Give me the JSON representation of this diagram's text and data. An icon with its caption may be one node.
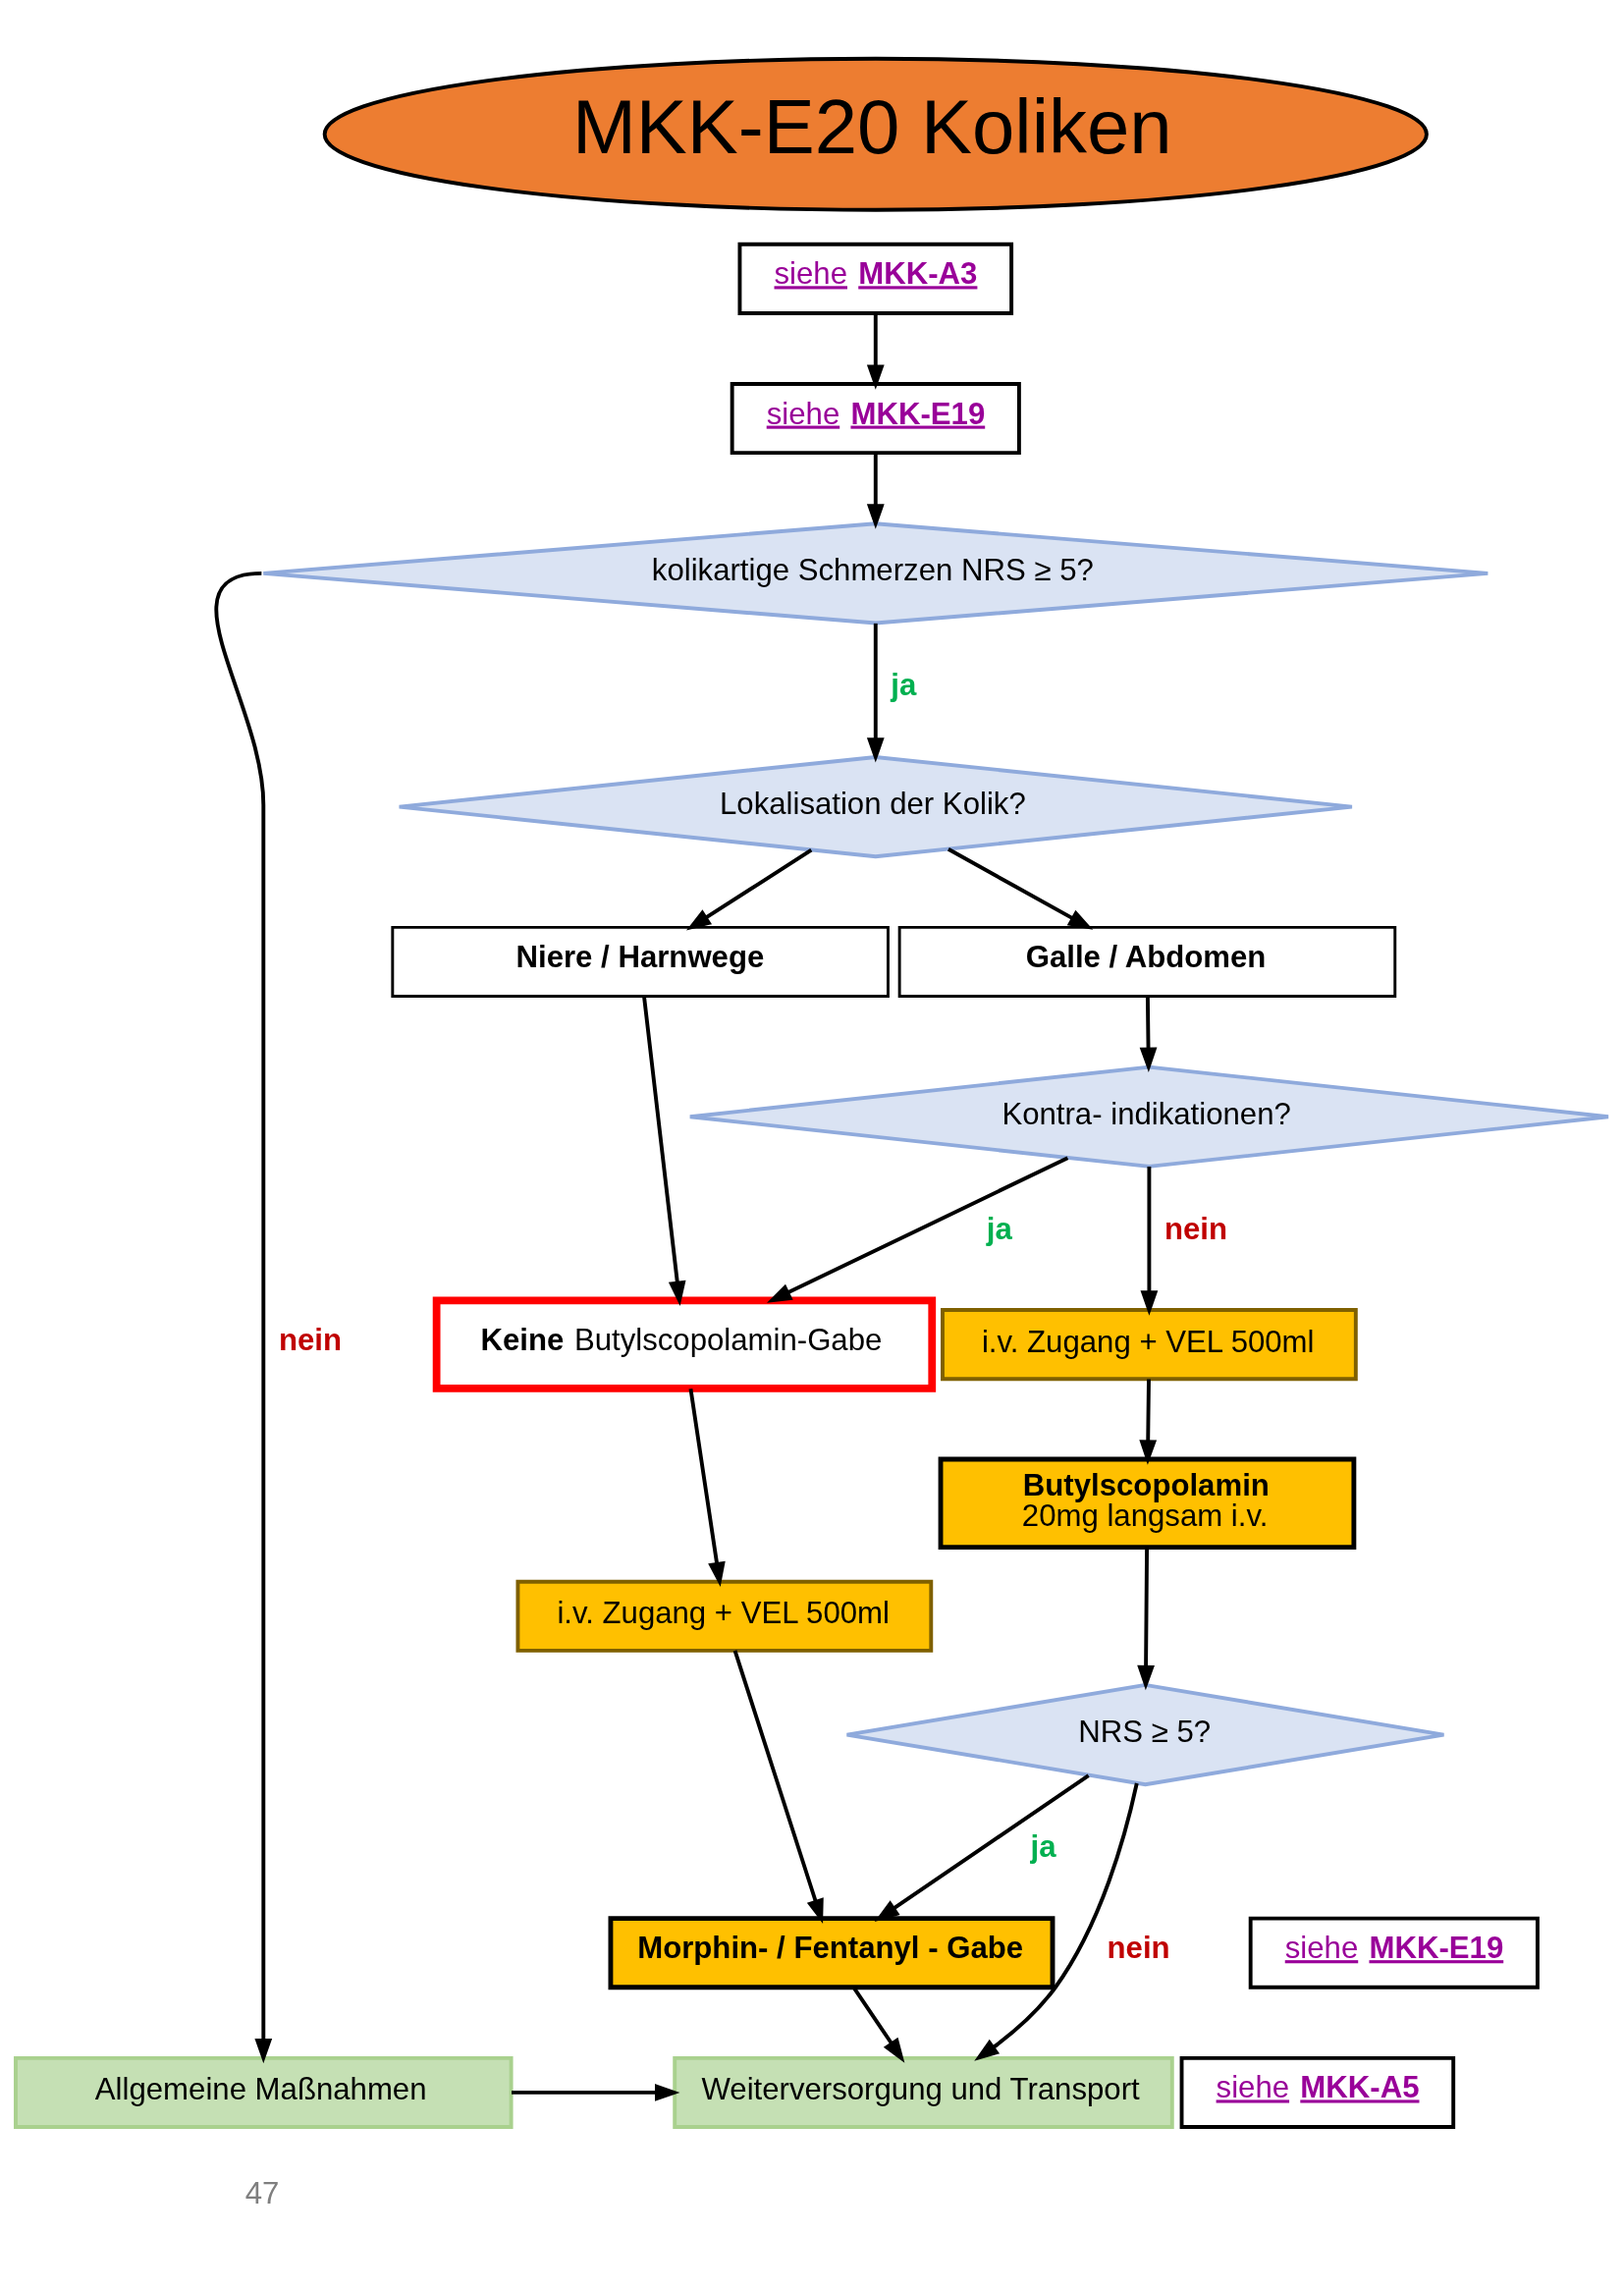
{
  "diagram": {
    "nodes": [
      {
        "text": [
          "MKK-E20 Koliken"
        ]
      },
      {
        "text": [
          "siehe **MKK-A3**"
        ]
      },
      {
        "text": [
          "siehe **MKK-E19**"
        ]
      },
      {
        "text": [
          "kolikartige Schmerzen NRS ≥ 5?"
        ]
      },
      {
        "text": [
          "Lokalisation der Kolik?"
        ]
      },
      {
        "text": [
          "Niere / Harnwege"
        ]
      },
      {
        "text": [
          "Galle / Abdomen"
        ]
      },
      {
        "text": [
          "**Keine** Butylscopolamin-Gabe"
        ]
      },
      {
        "text": [
          "Kontra- indikationen?"
        ]
      },
      {
        "text": [
          "i.v. Zugang + VEL 500ml"
        ]
      },
      {
        "text": [
          "i.v. Zugang + VEL 500ml"
        ]
      },
      {
        "text": [
          "Morphin- / Fentanyl - Gabe"
        ]
      },
      {
        "text": [
          "siehe **MKK-E19**"
        ]
      },
      {
        "text": [
          "Butylscopolamin",
          "20mg langsam i.v."
        ]
      },
      {
        "text": [
          "NRS ≥ 5?"
        ]
      },
      {
        "text": [
          "siehe **MKK-A5**"
        ]
      },
      {
        "text": [
          "Allgemeine Maßnahmen"
        ]
      },
      {
        "text": [
          "Weiterversorgung und Transport"
        ]
      }
    ],
    "edges": [
      {
        "from": 1,
        "to": 2,
        "arrow": "to"
      },
      {
        "from": 2,
        "to": 3,
        "arrow": "to"
      },
      {
        "from": 3,
        "to": 16,
        "arrow": "to",
        "label": "nein"
      },
      {
        "from": 3,
        "to": 4,
        "arrow": "to",
        "label": "ja"
      },
      {
        "from": 4,
        "to": 5,
        "arrow": "to"
      },
      {
        "from": 4,
        "to": 6,
        "arrow": "to"
      },
      {
        "from": 6,
        "to": 8,
        "arrow": "to"
      },
      {
        "from": 8,
        "to": 7,
        "arrow": "to",
        "label": "ja"
      },
      {
        "from": 5,
        "to": 7,
        "arrow": "to"
      },
      {
        "from": 7,
        "to": 9,
        "arrow": "to"
      },
      {
        "from": 9,
        "to": 11,
        "arrow": "to"
      },
      {
        "from": 8,
        "to": 10,
        "arrow": "to",
        "label": "nein"
      },
      {
        "from": 10,
        "to": 13,
        "arrow": "to"
      },
      {
        "from": 13,
        "to": 14,
        "arrow": "to"
      },
      {
        "from": 14,
        "to": 11,
        "arrow": "to",
        "label": "ja"
      },
      {
        "from": 14,
        "to": 17,
        "arrow": "to",
        "label": "nein"
      },
      {
        "from": 11,
        "to": 17,
        "arrow": "to"
      },
      {
        "from": 16,
        "to": 17,
        "arrow": "to"
      }
    ],
    "labels": [
      "47"
    ]
  }
}
